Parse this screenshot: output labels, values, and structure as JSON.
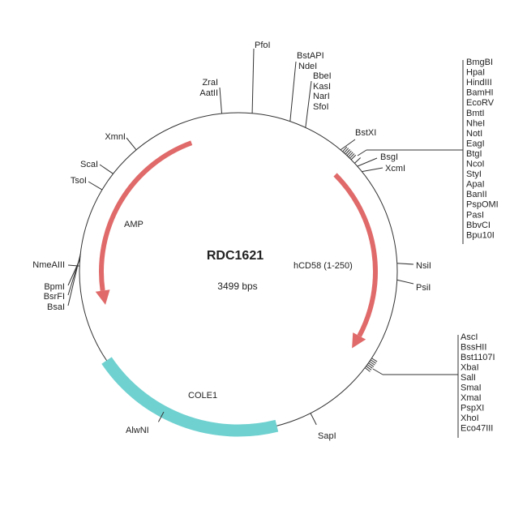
{
  "plasmid": {
    "name": "RDC1621",
    "size": "3499 bps"
  },
  "features": {
    "amp": "AMP",
    "hcd58": "hCD58 (1-250)",
    "cole1": "COLE1"
  },
  "colors": {
    "amp": "#e06a6a",
    "hcd58": "#e06a6a",
    "cole1": "#6fd1d0",
    "backbone": "#333333"
  },
  "sites": {
    "pfoi": "PfoI",
    "zrai": "ZraI",
    "aatii": "AatII",
    "bstapi": "BstAPI",
    "ndei": "NdeI",
    "bbei": "BbeI",
    "kasi": "KasI",
    "nari": "NarI",
    "sfoi": "SfoI",
    "bstxi": "BstXI",
    "bsgi": "BsgI",
    "xcmi": "XcmI",
    "nsii": "NsiI",
    "psii": "PsiI",
    "sapi": "SapI",
    "alwni": "AlwNI",
    "nmeaiii": "NmeAIII",
    "bpmi": "BpmI",
    "bsrfi": "BsrFI",
    "bsai": "BsaI",
    "tsoi": "TsoI",
    "scai": "ScaI",
    "xmni": "XmnI"
  },
  "mcs_top": [
    "BmgBI",
    "HpaI",
    "HindIII",
    "BamHI",
    "EcoRV",
    "BmtI",
    "NheI",
    "NotI",
    "EagI",
    "BtgI",
    "NcoI",
    "StyI",
    "ApaI",
    "BanII",
    "PspOMI",
    "PasI",
    "BbvCI",
    "Bpu10I"
  ],
  "mcs_bottom": [
    "AscI",
    "BssHII",
    "Bst1107I",
    "XbaI",
    "SalI",
    "SmaI",
    "XmaI",
    "PspXI",
    "XhoI",
    "Eco47III"
  ]
}
